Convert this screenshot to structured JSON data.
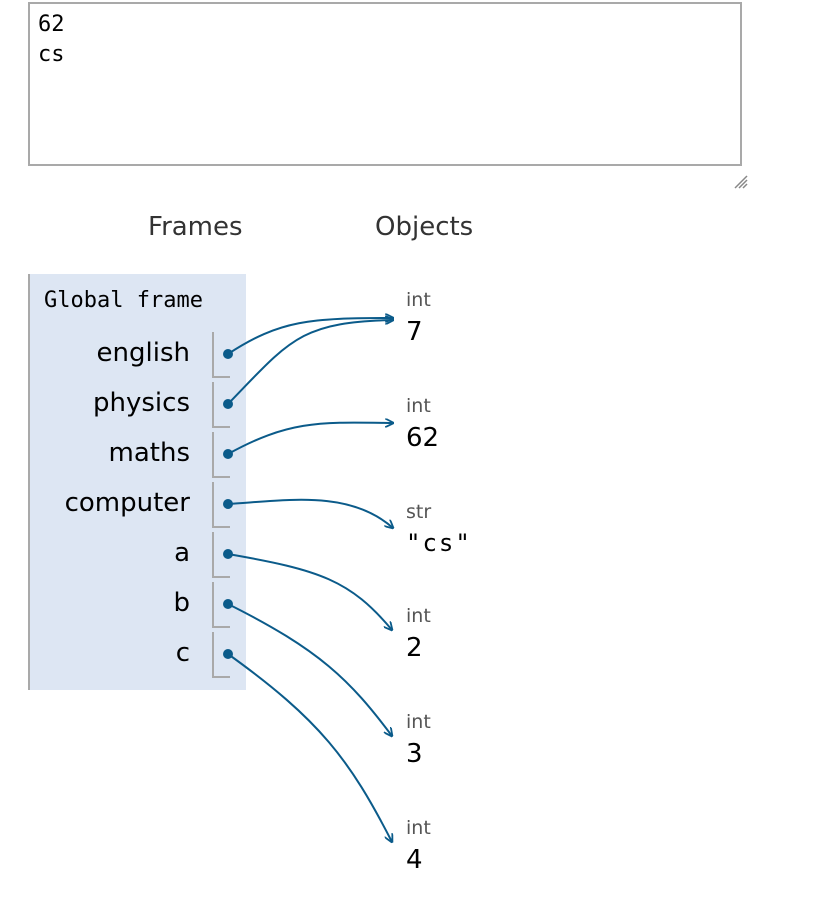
{
  "output": {
    "lines": [
      "62",
      "cs"
    ]
  },
  "headers": {
    "frames": "Frames",
    "objects": "Objects"
  },
  "frame": {
    "title": "Global frame",
    "variables": [
      {
        "name": "english",
        "points_to": 0
      },
      {
        "name": "physics",
        "points_to": 0
      },
      {
        "name": "maths",
        "points_to": 1
      },
      {
        "name": "computer",
        "points_to": 2
      },
      {
        "name": "a",
        "points_to": 3
      },
      {
        "name": "b",
        "points_to": 4
      },
      {
        "name": "c",
        "points_to": 5
      }
    ]
  },
  "objects": [
    {
      "type": "int",
      "value": "7"
    },
    {
      "type": "int",
      "value": "62"
    },
    {
      "type": "str",
      "value": "\"cs\""
    },
    {
      "type": "int",
      "value": "2"
    },
    {
      "type": "int",
      "value": "3"
    },
    {
      "type": "int",
      "value": "4"
    }
  ],
  "colors": {
    "arrow": "#0b5b8a",
    "frame_bg": "#dde6f3",
    "border": "#a9a9a9"
  }
}
